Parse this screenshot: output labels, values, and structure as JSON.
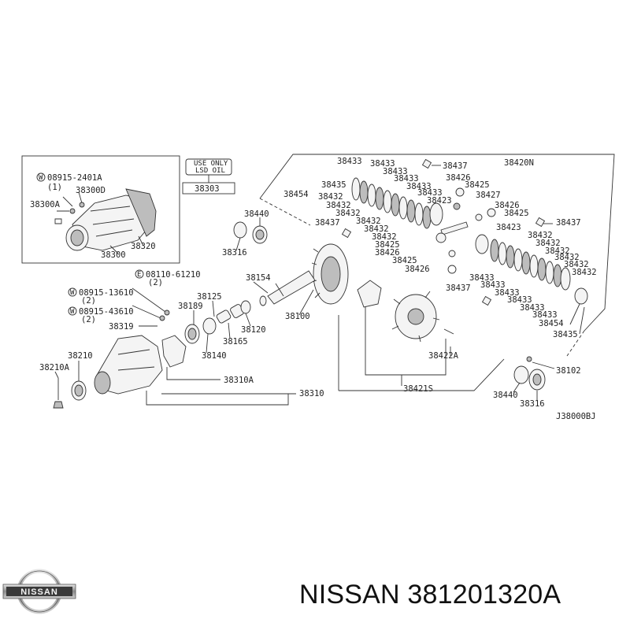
{
  "brand": {
    "name": "NISSAN",
    "logo": "nissan-logo"
  },
  "footer": {
    "part_number_text": "NISSAN 381201320A"
  },
  "diagram": {
    "code": "J38000BJ",
    "inset_labels": {
      "bolt_2401": "08915-2401A",
      "bolt_2401_qty": "(1)",
      "mount_d": "38300D",
      "mount_a": "38300A",
      "carrier": "38300",
      "cover": "38320",
      "oil_note_1": "USE ONLY",
      "oil_note_2": "LSD OIL",
      "oil": "38303"
    },
    "left_labels": {
      "e_bolt": "08110-61210",
      "e_bolt_qty": "(2)",
      "w1": "08915-13610",
      "w1_qty": "(2)",
      "w2": "08915-43610",
      "w2_qty": "(2)",
      "shim_38319": "38319",
      "p38189": "38189",
      "p38125": "38125",
      "p38154": "38154",
      "p38100": "38100",
      "p38120": "38120",
      "p38165": "38165",
      "p38140": "38140",
      "p38210": "38210",
      "p38210a": "38210A",
      "p38310a": "38310A",
      "p38310": "38310",
      "p38440_top": "38440",
      "p38316_top": "38316"
    },
    "right_labels": {
      "p38420n": "38420N",
      "p38437_top": "38437",
      "p38437_left": "38437",
      "p38437_right": "38437",
      "p38437_bottom": "38437",
      "p38454_left": "38454",
      "p38454_right": "38454",
      "p38435_left": "38435",
      "p38435_right": "38435",
      "p38426_a": "38426",
      "p38426_b": "38426",
      "p38426_c": "38426",
      "p38426_d": "38426",
      "p38425_a": "38425",
      "p38425_b": "38425",
      "p38425_c": "38425",
      "p38425_d": "38425",
      "p38427": "38427",
      "p38423_a": "38423",
      "p38423_b": "38423",
      "p38422a": "38422A",
      "p38421s": "38421S",
      "p38102": "38102",
      "p38440_bottom": "38440",
      "p38316_bottom": "38316",
      "p38433": "38433",
      "p38432": "38432"
    }
  }
}
